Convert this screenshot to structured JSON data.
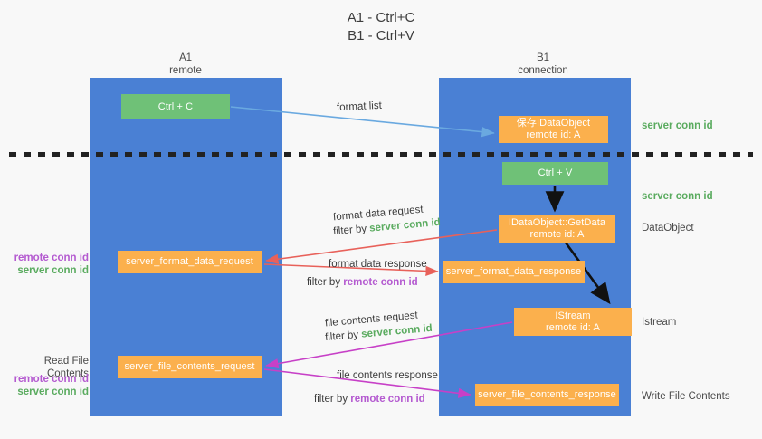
{
  "title": {
    "line1": "A1 - Ctrl+C",
    "line2": "B1 - Ctrl+V"
  },
  "lanes": [
    {
      "name": "A1",
      "sub": "remote"
    },
    {
      "name": "B1",
      "sub": "connection"
    }
  ],
  "boxes": {
    "ctrl_c": "Ctrl + C",
    "save_idataobject": "保存IDataObject\nremote id: A",
    "ctrl_v": "Ctrl + V",
    "get_data": "IDataObject::GetData\nremote id: A",
    "format_data_request": "server_format_data_request",
    "format_data_response": "server_format_data_response",
    "istream": "IStream\nremote id: A",
    "file_contents_request": "server_file_contents_request",
    "file_contents_response": "server_file_contents_response"
  },
  "captions": {
    "format_list": "format list",
    "format_data_request": "format data request",
    "format_data_request_filter_prefix": "filter by ",
    "format_data_request_filter_key": "server conn id",
    "format_data_response": "format data response",
    "format_data_response_filter_prefix": "filter by ",
    "format_data_response_filter_key": "remote conn id",
    "file_contents_request": "file contents request",
    "file_contents_request_filter_prefix": "filter by ",
    "file_contents_request_filter_key": "server conn id",
    "file_contents_response": "file contents response",
    "file_contents_response_filter_prefix": "filter by ",
    "file_contents_response_filter_key": "remote conn id"
  },
  "right_labels": {
    "server_conn_id_top": "server conn id",
    "server_conn_id_mid": "server conn id",
    "data_object": "DataObject",
    "istream": "Istream",
    "write_file_contents": "Write File Contents"
  },
  "left_labels": {
    "remote_conn_id_1": "remote conn id",
    "server_conn_id_1": "server conn id",
    "read_file_contents": "Read File Contents",
    "remote_conn_id_2": "remote conn id",
    "server_conn_id_2": "server conn id"
  },
  "colors": {
    "lane_blue": "#4a80d4",
    "box_green": "#6fc177",
    "box_orange": "#fbb04d",
    "arrow_blue": "#6aa9e0",
    "arrow_red": "#e8615a",
    "arrow_magenta": "#c740c7",
    "arrow_black": "#111111",
    "divider_dashed": "#222222",
    "text_green": "#5aab5f",
    "text_purple": "#b45ad0",
    "background": "#f8f8f8"
  }
}
